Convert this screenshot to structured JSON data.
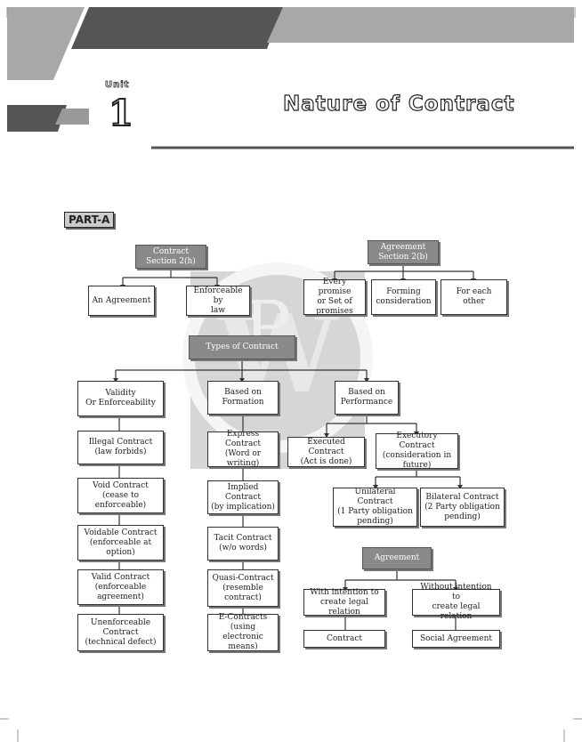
{
  "header": {
    "unit_label": "Unit",
    "unit_number": "1",
    "chapter_title": "Nature of Contract",
    "part_label": "PART-A"
  },
  "chart1": {
    "contract_def": "Contract\nSection 2(h)",
    "agreement_def": "Agreement\nSection 2(b)",
    "an_agreement": "An Agreement",
    "enforceable_by_law": "Enforceable by\nlaw",
    "every_promise": "Every promise\nor Set of\npromises",
    "forming_consideration": "Forming\nconsideration",
    "for_each_other": "For each other",
    "types_of_contract": "Types of Contract"
  },
  "chart2": {
    "validity": "Validity\nOr Enforceability",
    "based_on_formation": "Based on\nFormation",
    "based_on_performance": "Based on\nPerformance",
    "illegal": "Illegal Contract\n(law forbids)",
    "void": "Void Contract\n(cease to\nenforceable)",
    "voidable": "Voidable Contract\n(enforceable at\noption)",
    "valid": "Valid Contract\n(enforceable\nagreement)",
    "unenforceable": "Unenforceable\nContract\n(technical defect)",
    "express": "Express Contract\n(Word or\nwriting)",
    "implied": "Implied Contract\n(by implication)",
    "tacit": "Tacit Contract\n(w/o words)",
    "quasi": "Quasi-Contract\n(resemble\ncontract)",
    "econtracts": "E-Contracts\n(using electronic\nmeans)",
    "executed": "Executed Contract\n(Act is done)",
    "executory": "Executory Contract\n(consideration in\nfuture)",
    "unilateral": "Unilateral Contract\n(1 Party obligation\npending)",
    "bilateral": "Bilateral Contract\n(2 Party obligation\npending)"
  },
  "chart3": {
    "agreement": "Agreement",
    "with_intention": "With intention to\ncreate legal relation",
    "without_intention": "Without intention to\ncreate legal relation",
    "contract": "Contract",
    "social_agreement": "Social Agreement"
  }
}
